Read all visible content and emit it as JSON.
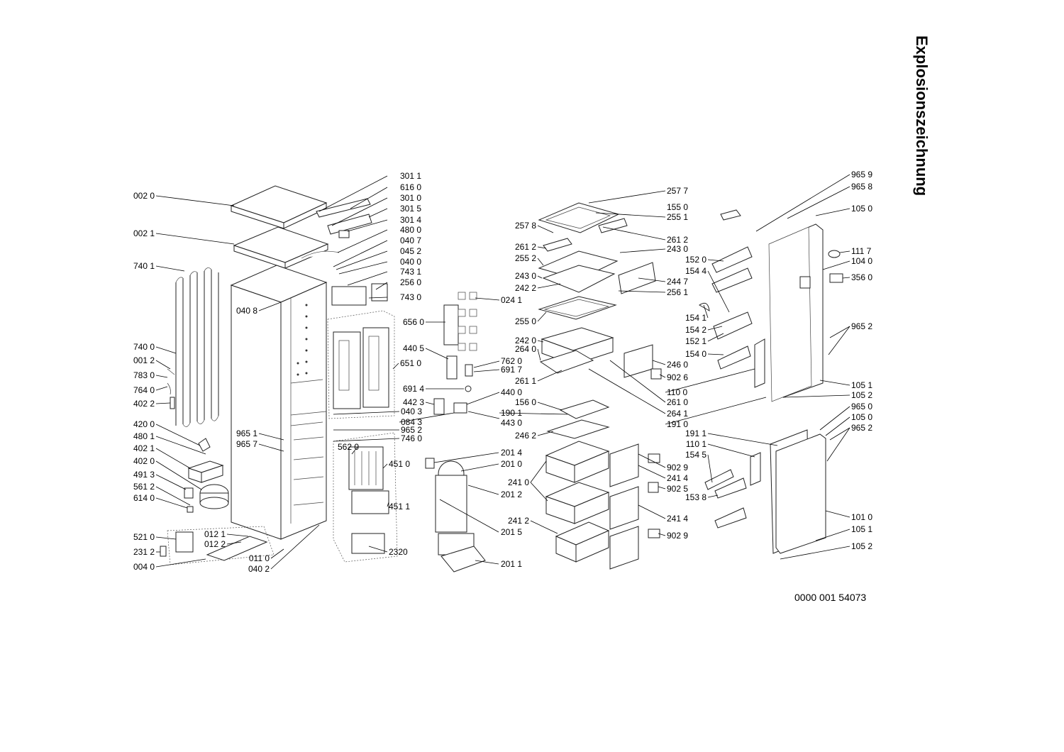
{
  "title": "Explosionszeichnung",
  "doc_number": "0000 001 54073",
  "labels_left": [
    {
      "id": "002 0"
    },
    {
      "id": "002 1"
    },
    {
      "id": "740 1"
    },
    {
      "id": "740 0"
    },
    {
      "id": "001 2"
    },
    {
      "id": "783 0"
    },
    {
      "id": "764 0"
    },
    {
      "id": "402 2"
    },
    {
      "id": "420 0"
    },
    {
      "id": "480 1"
    },
    {
      "id": "402 1"
    },
    {
      "id": "402 0"
    },
    {
      "id": "491 3"
    },
    {
      "id": "561 2"
    },
    {
      "id": "614 0"
    },
    {
      "id": "521 0"
    },
    {
      "id": "231 2"
    },
    {
      "id": "004 0"
    }
  ],
  "labels_cabinet": [
    {
      "id": "040 8"
    },
    {
      "id": "965 1"
    },
    {
      "id": "965 7"
    },
    {
      "id": "012 1"
    },
    {
      "id": "012 2"
    },
    {
      "id": "011 0"
    },
    {
      "id": "040 2"
    }
  ],
  "labels_top_right_col": [
    {
      "id": "301 1"
    },
    {
      "id": "616 0"
    },
    {
      "id": "301 0"
    },
    {
      "id": "301 5"
    },
    {
      "id": "301 4"
    },
    {
      "id": "480 0"
    },
    {
      "id": "040 7"
    },
    {
      "id": "045 2"
    },
    {
      "id": "040 0"
    },
    {
      "id": "743 1"
    },
    {
      "id": "256 0"
    },
    {
      "id": "743 0"
    },
    {
      "id": "024 1"
    },
    {
      "id": "656 0"
    },
    {
      "id": "440 5"
    },
    {
      "id": "651 0"
    },
    {
      "id": "762 0"
    },
    {
      "id": "691 7"
    },
    {
      "id": "691 4"
    },
    {
      "id": "440 0"
    },
    {
      "id": "442 3"
    },
    {
      "id": "040 3"
    },
    {
      "id": "084 3"
    },
    {
      "id": "965 2"
    },
    {
      "id": "746 0"
    },
    {
      "id": "562 0"
    },
    {
      "id": "451 0"
    },
    {
      "id": "451 1"
    },
    {
      "id": "2320"
    }
  ],
  "labels_center": [
    {
      "id": "257 7"
    },
    {
      "id": "155 0"
    },
    {
      "id": "255 1"
    },
    {
      "id": "257 8"
    },
    {
      "id": "261 2"
    },
    {
      "id": "261 2"
    },
    {
      "id": "243 0"
    },
    {
      "id": "255 2"
    },
    {
      "id": "243 0"
    },
    {
      "id": "242 2"
    },
    {
      "id": "244 7"
    },
    {
      "id": "256 1"
    },
    {
      "id": "255 0"
    },
    {
      "id": "242 0"
    },
    {
      "id": "264 0"
    },
    {
      "id": "261 1"
    },
    {
      "id": "156 0"
    },
    {
      "id": "190 1"
    },
    {
      "id": "443 0"
    },
    {
      "id": "246 2"
    },
    {
      "id": "201 4"
    },
    {
      "id": "201 0"
    },
    {
      "id": "241 0"
    },
    {
      "id": "201 2"
    },
    {
      "id": "241 2"
    },
    {
      "id": "201 5"
    },
    {
      "id": "201 1"
    },
    {
      "id": "246 0"
    },
    {
      "id": "902 6"
    },
    {
      "id": "110 0"
    },
    {
      "id": "261 0"
    },
    {
      "id": "264 1"
    },
    {
      "id": "191 0"
    },
    {
      "id": "902 9"
    },
    {
      "id": "241 4"
    },
    {
      "id": "902 5"
    },
    {
      "id": "241 4"
    },
    {
      "id": "902 9"
    }
  ],
  "labels_right": [
    {
      "id": "965 9"
    },
    {
      "id": "965 8"
    },
    {
      "id": "105 0"
    },
    {
      "id": "152 0"
    },
    {
      "id": "154 4"
    },
    {
      "id": "111 7"
    },
    {
      "id": "104 0"
    },
    {
      "id": "356 0"
    },
    {
      "id": "154 1"
    },
    {
      "id": "154 2"
    },
    {
      "id": "965 2"
    },
    {
      "id": "152 1"
    },
    {
      "id": "154 0"
    },
    {
      "id": "105 1"
    },
    {
      "id": "105 2"
    },
    {
      "id": "965 0"
    },
    {
      "id": "105 0"
    },
    {
      "id": "191 1"
    },
    {
      "id": "965 2"
    },
    {
      "id": "110 1"
    },
    {
      "id": "154 5"
    },
    {
      "id": "153 8"
    },
    {
      "id": "101 0"
    },
    {
      "id": "105 1"
    },
    {
      "id": "105 2"
    }
  ]
}
